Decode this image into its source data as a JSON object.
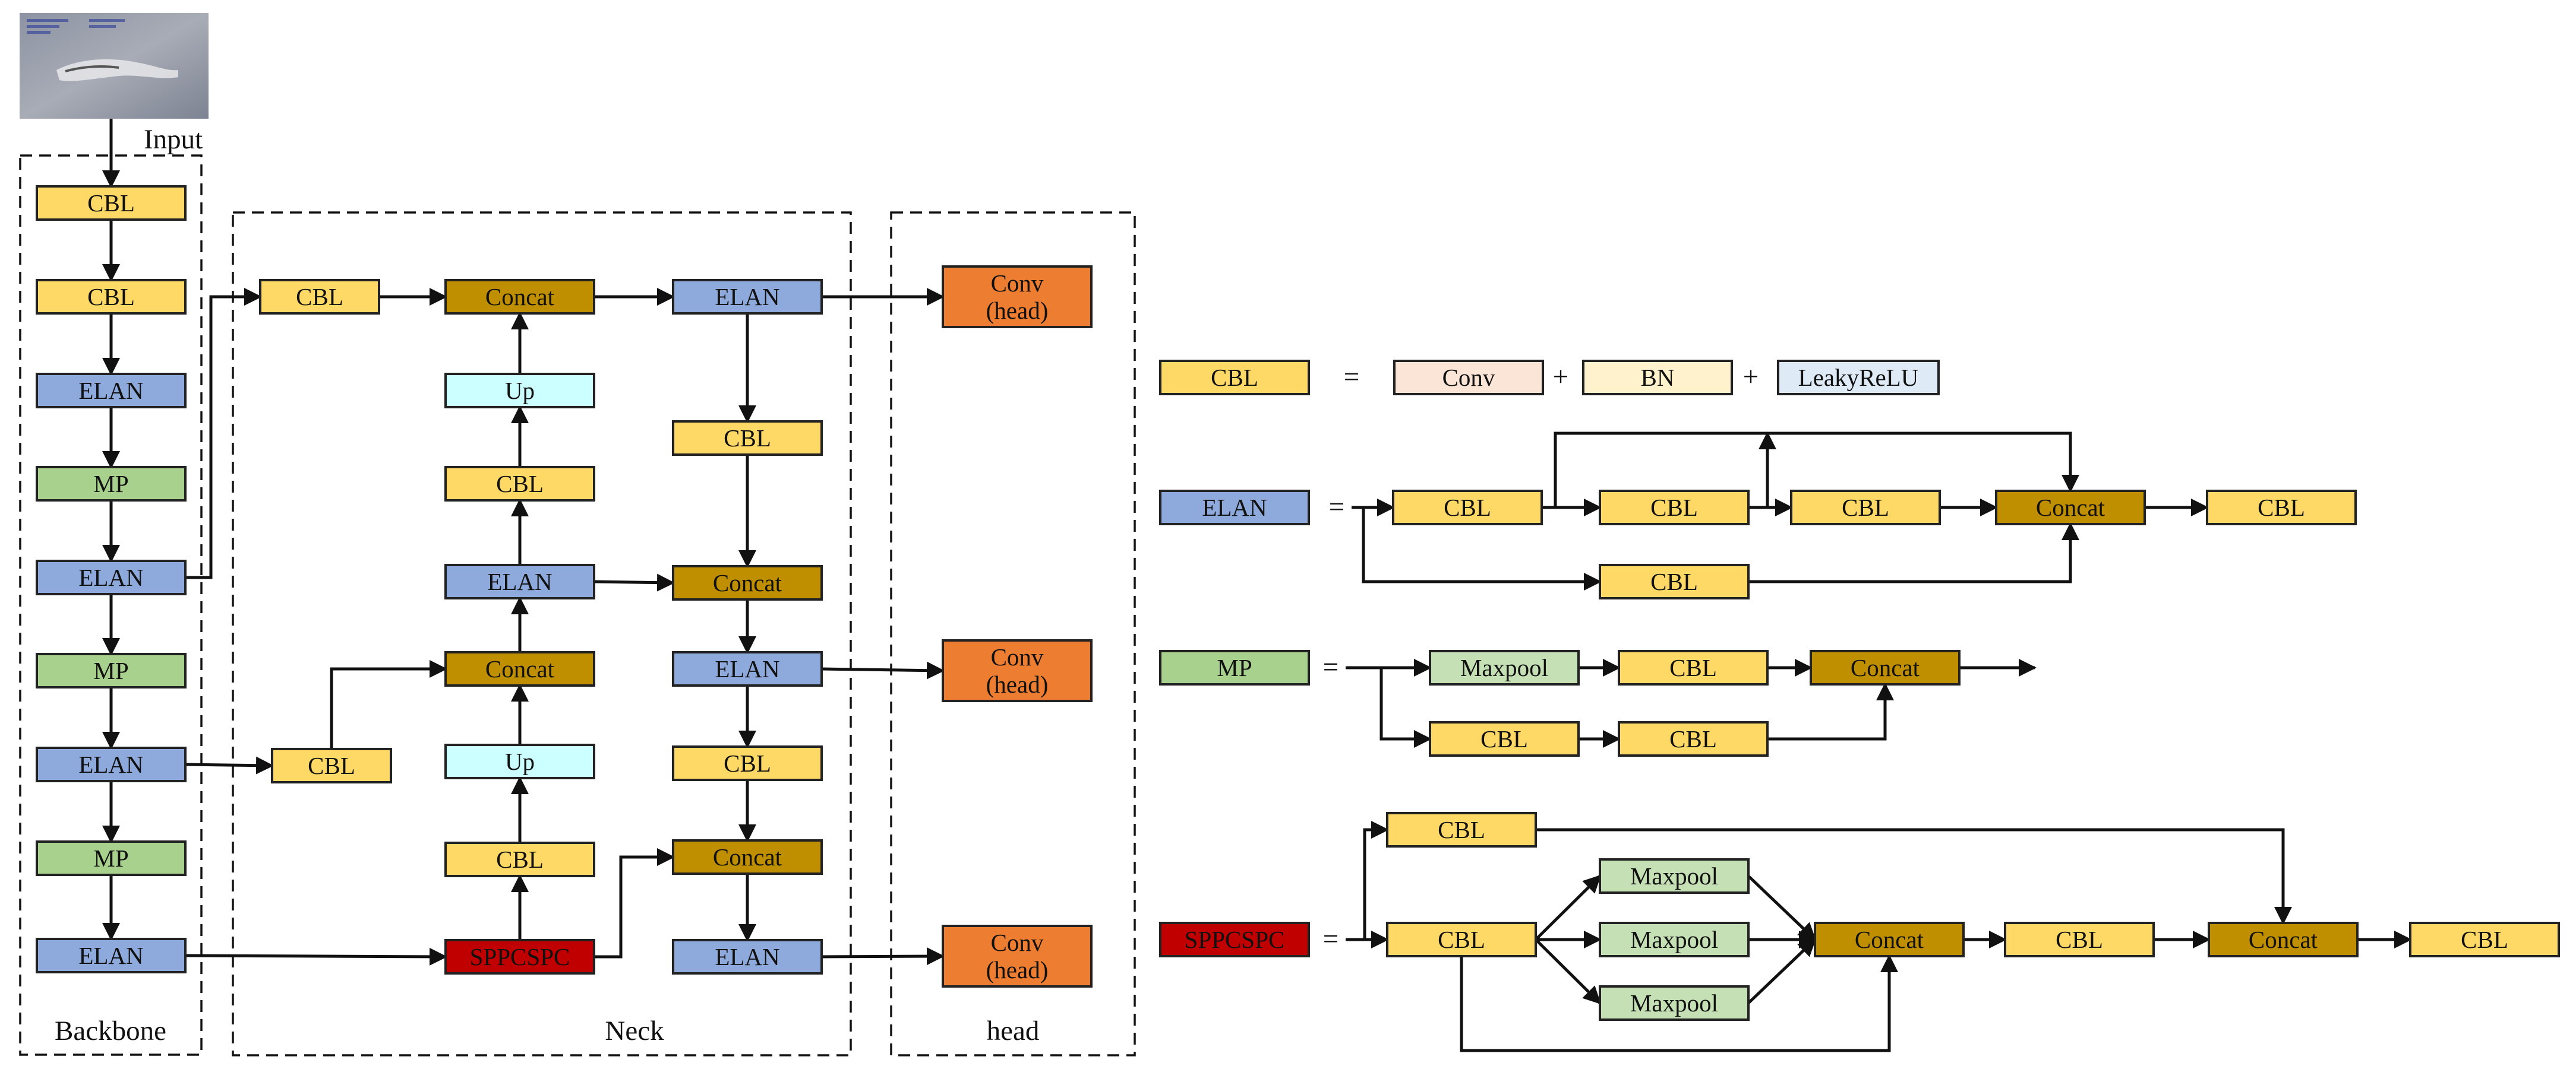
{
  "colors": {
    "CBL": "#FFD966",
    "ELAN": "#8EA9DB",
    "MP": "#A9D18E",
    "Concat": "#BF8F00",
    "Up": "#CCFFFF",
    "SPPCSPC": "#C00000",
    "Conv": "#ED7D31",
    "Maxpool": "#C5E0B4",
    "ConvLegend": "#FBE5D6",
    "BN": "#FFF2CC",
    "LeakyReLU": "#DEEBF7",
    "edge": "#111111",
    "text": "#111111"
  },
  "input": {
    "label": "Input"
  },
  "regions": {
    "backbone": "Backbone",
    "neck": "Neck",
    "head": "head"
  },
  "backbone": [
    "CBL",
    "CBL",
    "ELAN",
    "MP",
    "ELAN",
    "MP",
    "ELAN",
    "MP",
    "ELAN"
  ],
  "neck": {
    "col1": {
      "cbl_top": "CBL",
      "cbl_mid": "CBL"
    },
    "col2": [
      "Concat",
      "Up",
      "CBL",
      "ELAN",
      "Concat",
      "Up",
      "CBL",
      "SPPCSPC"
    ],
    "col3": [
      "ELAN",
      "CBL",
      "Concat",
      "ELAN",
      "CBL",
      "Concat",
      "ELAN"
    ]
  },
  "head": [
    "Conv\n(head)",
    "Conv\n(head)",
    "Conv\n(head)"
  ],
  "legend": {
    "cbl": {
      "name": "CBL",
      "equals": "=",
      "parts": [
        "Conv",
        "BN",
        "LeakyReLU"
      ],
      "plus": "+"
    },
    "elan": {
      "name": "ELAN",
      "equals": "=",
      "nodes": [
        "CBL",
        "CBL",
        "CBL",
        "Concat",
        "CBL",
        "CBL"
      ]
    },
    "mp": {
      "name": "MP",
      "equals": "=",
      "nodes": [
        "Maxpool",
        "CBL",
        "Concat",
        "CBL",
        "CBL"
      ]
    },
    "sppcspc": {
      "name": "SPPCSPC",
      "equals": "=",
      "nodes": [
        "CBL",
        "CBL",
        "Maxpool",
        "Maxpool",
        "Maxpool",
        "Concat",
        "CBL",
        "Concat",
        "CBL"
      ]
    }
  }
}
